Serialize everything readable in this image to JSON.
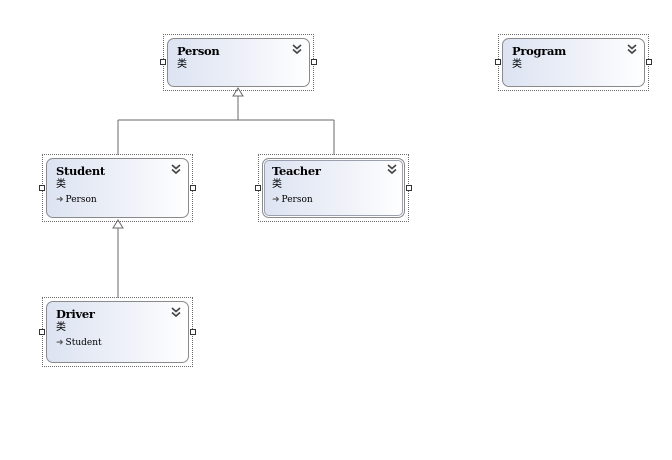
{
  "classes": {
    "person": {
      "name": "Person",
      "kind": "类"
    },
    "program": {
      "name": "Program",
      "kind": "类"
    },
    "student": {
      "name": "Student",
      "kind": "类",
      "base": "Person"
    },
    "teacher": {
      "name": "Teacher",
      "kind": "类",
      "base": "Person"
    },
    "driver": {
      "name": "Driver",
      "kind": "类",
      "base": "Student"
    }
  },
  "icons": {
    "inherit": "arrow-right-icon",
    "expand": "double-chevron-down-icon"
  },
  "colors": {
    "box_gradient_start": "#dde3f2",
    "box_gradient_end": "#ffffff",
    "border": "#8a8a8a",
    "line": "#666666"
  }
}
